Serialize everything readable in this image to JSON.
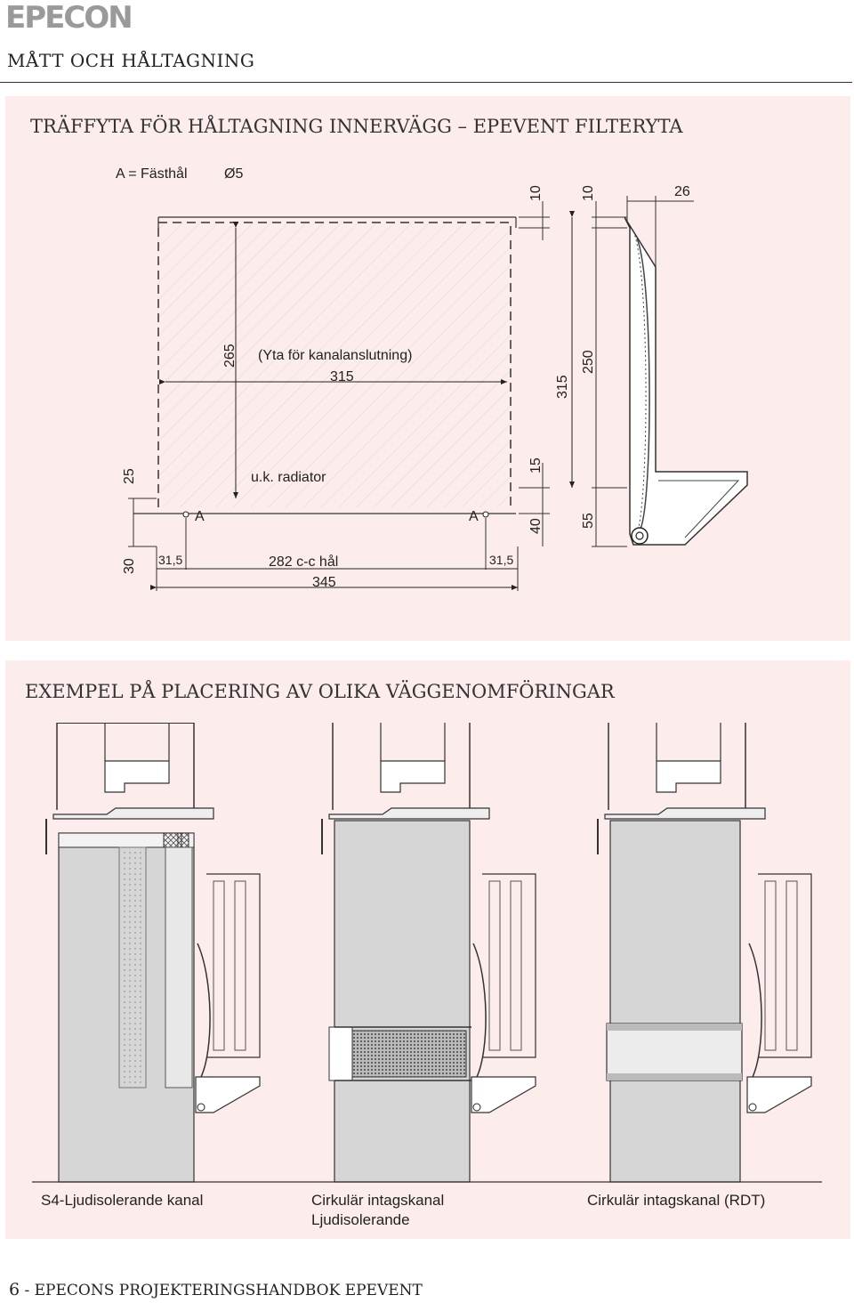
{
  "header": {
    "logo": "EPECON",
    "section_title": "MÅTT OCH HÅLTAGNING"
  },
  "panel1": {
    "title": "TRÄFFYTA FÖR HÅLTAGNING INNERVÄGG – EPEVENT FILTERYTA",
    "legend_a": "A = Fästhål",
    "legend_diameter": "Ø5",
    "area_label": "(Yta för kanalanslutning)",
    "radiator_label": "u.k. radiator",
    "hole_a_left": "A",
    "hole_a_right": "A",
    "dims": {
      "width_inner": "315",
      "height_inner": "265",
      "cc_holes": "282 c-c hål",
      "total_width": "345",
      "edge_left": "31,5",
      "edge_right": "31,5",
      "left_25": "25",
      "left_30": "30",
      "right_10a": "10",
      "right_15": "15",
      "right_40": "40",
      "right_315": "315",
      "right_10b": "10",
      "right_250": "250",
      "right_55": "55",
      "top_26": "26"
    }
  },
  "panel2": {
    "title": "EXEMPEL PÅ PLACERING AV OLIKA VÄGGENOMFÖRINGAR",
    "captions": [
      {
        "line1": "S4-Ljudisolerande kanal",
        "line2": ""
      },
      {
        "line1": "Cirkulär intagskanal",
        "line2": "Ljudisolerande"
      },
      {
        "line1": "Cirkulär intagskanal (RDT)",
        "line2": ""
      }
    ]
  },
  "footer": {
    "page_number": "6",
    "text": " - EPECONS PROJEKTERINGSHANDBOK EPEVENT"
  }
}
